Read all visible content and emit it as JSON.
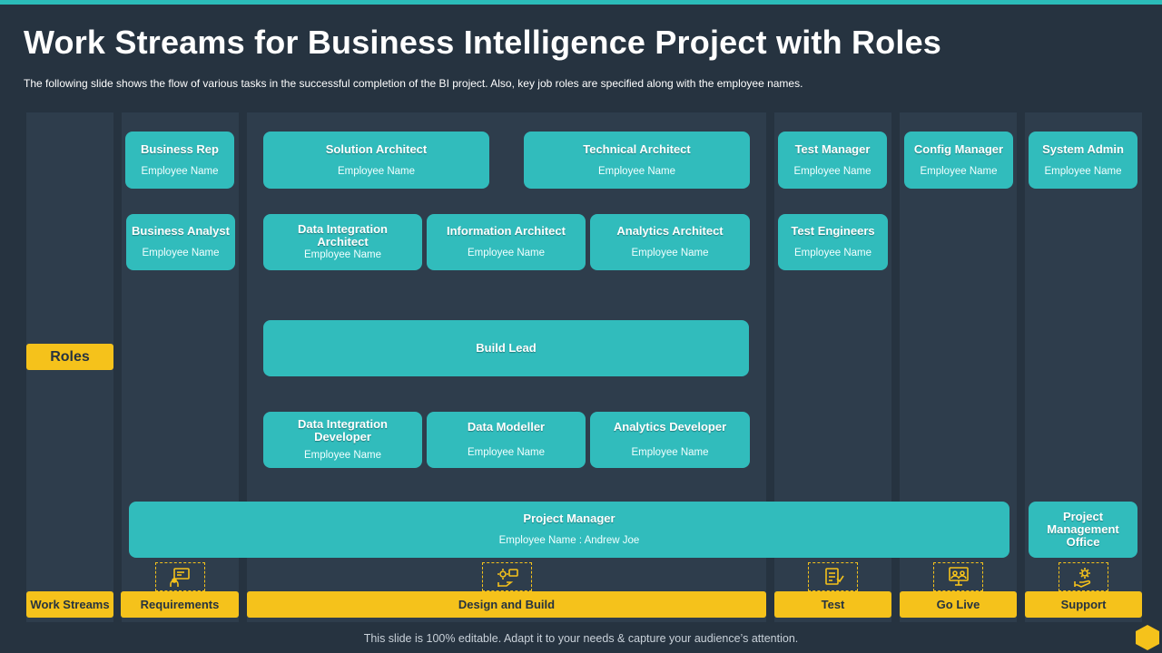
{
  "header": {
    "title": "Work Streams for Business Intelligence Project with Roles",
    "subtitle": "The following slide shows the flow of various tasks in the successful completion of the BI project. Also, key job roles are specified along with the employee names."
  },
  "roles_label": "Roles",
  "roles": {
    "business_rep": {
      "title": "Business Rep",
      "employee": "Employee Name"
    },
    "business_analyst": {
      "title": "Business Analyst",
      "employee": "Employee Name"
    },
    "solution_architect": {
      "title": "Solution Architect",
      "employee": "Employee Name"
    },
    "technical_architect": {
      "title": "Technical Architect",
      "employee": "Employee Name"
    },
    "data_integration_architect": {
      "title": "Data Integration Architect",
      "employee": "Employee Name"
    },
    "information_architect": {
      "title": "Information Architect",
      "employee": "Employee Name"
    },
    "analytics_architect": {
      "title": "Analytics Architect",
      "employee": "Employee Name"
    },
    "build_lead": {
      "title": "Build Lead"
    },
    "data_integration_developer": {
      "title": "Data Integration Developer",
      "employee": "Employee Name"
    },
    "data_modeller": {
      "title": "Data Modeller",
      "employee": "Employee Name"
    },
    "analytics_developer": {
      "title": "Analytics Developer",
      "employee": "Employee Name"
    },
    "test_manager": {
      "title": "Test Manager",
      "employee": "Employee Name"
    },
    "test_engineers": {
      "title": "Test Engineers",
      "employee": "Employee Name"
    },
    "config_manager": {
      "title": "Config Manager",
      "employee": "Employee Name"
    },
    "system_admin": {
      "title": "System Admin",
      "employee": "Employee Name"
    },
    "project_manager": {
      "title": "Project Manager",
      "employee": "Employee Name : Andrew Joe"
    },
    "pmo": {
      "title": "Project Management Office"
    }
  },
  "work_streams": {
    "label": "Work Streams",
    "items": [
      "Requirements",
      "Design and Build",
      "Test",
      "Go Live",
      "Support"
    ]
  },
  "icons": [
    "presentation-icon",
    "gear-hand-icon",
    "checklist-icon",
    "team-screen-icon",
    "support-gear-icon"
  ],
  "colors": {
    "background": "#263340",
    "column": "#2e3d4c",
    "teal": "#31bcbc",
    "yellow": "#f5c21b"
  },
  "footer": "This slide is 100% editable. Adapt it to your needs & capture your audience’s attention."
}
